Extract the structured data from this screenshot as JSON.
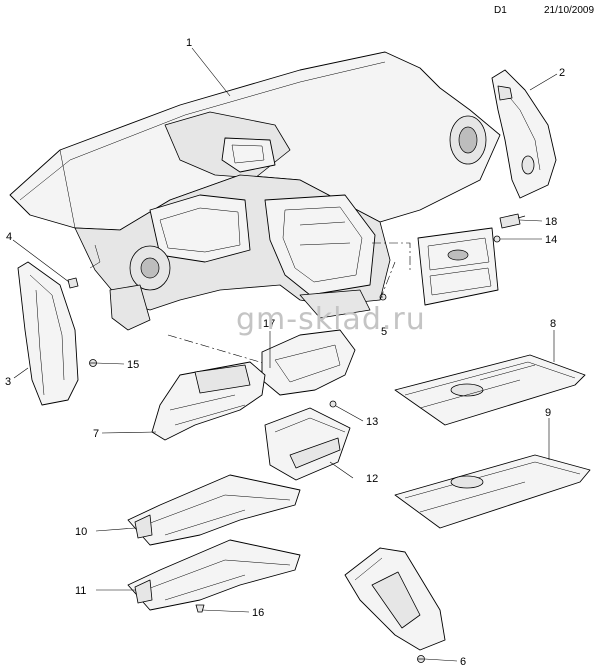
{
  "header": {
    "code": "D1",
    "date": "21/10/2009"
  },
  "watermark": "gm-sklad.ru",
  "callouts": [
    "1",
    "2",
    "3",
    "4",
    "5",
    "6",
    "7",
    "8",
    "9",
    "10",
    "11",
    "12",
    "13",
    "14",
    "15",
    "16",
    "17",
    "18"
  ]
}
